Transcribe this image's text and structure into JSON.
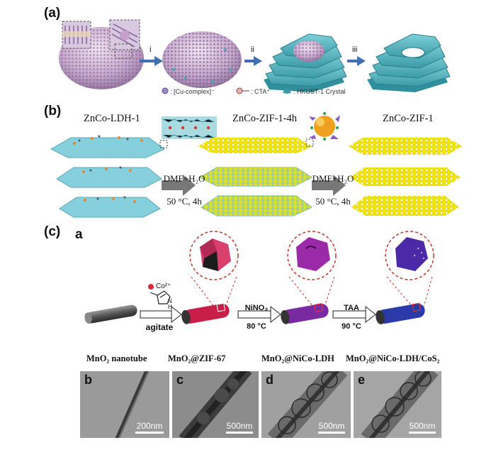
{
  "panel_a": {
    "label": "(a)",
    "steps": [
      "i",
      "ii",
      "iii"
    ],
    "legend": [
      {
        "symbol": "cu-complex",
        "text": ": [Cu-complex]⁻"
      },
      {
        "symbol": "cta",
        "text": ": CTA⁺"
      },
      {
        "symbol": "hkust",
        "text": ": HKUST-1 Crystal"
      }
    ]
  },
  "panel_b": {
    "label": "(b)",
    "titles": [
      "ZnCo-LDH-1",
      "ZnCo-ZIF-1-4h",
      "ZnCo-ZIF-1"
    ],
    "arrows": [
      {
        "reagent": "DMF+H₂O",
        "condition": "50 °C, 4h"
      },
      {
        "reagent": "DMF+H₂O",
        "condition": "50 °C, 4h"
      }
    ]
  },
  "panel_c": {
    "label": "(c)",
    "sub_label": "a",
    "ion_label": "Co²⁺",
    "nh_label": "N\nH",
    "arrows": [
      {
        "top": "",
        "bottom": "agitate"
      },
      {
        "top": "NiNO₃",
        "bottom": "80 °C"
      },
      {
        "top": "TAA",
        "bottom": "90 °C"
      }
    ],
    "tem": [
      {
        "letter": "b",
        "title": "MnO₂ nanotube",
        "scale": "200nm"
      },
      {
        "letter": "c",
        "title": "MnO₂@ZIF-67",
        "scale": "500nm"
      },
      {
        "letter": "d",
        "title": "MnO₂@NiCo-LDH",
        "scale": "500nm"
      },
      {
        "letter": "e",
        "title": "MnO₂@NiCo-LDH/CoS₂",
        "scale": "500nm"
      }
    ]
  }
}
